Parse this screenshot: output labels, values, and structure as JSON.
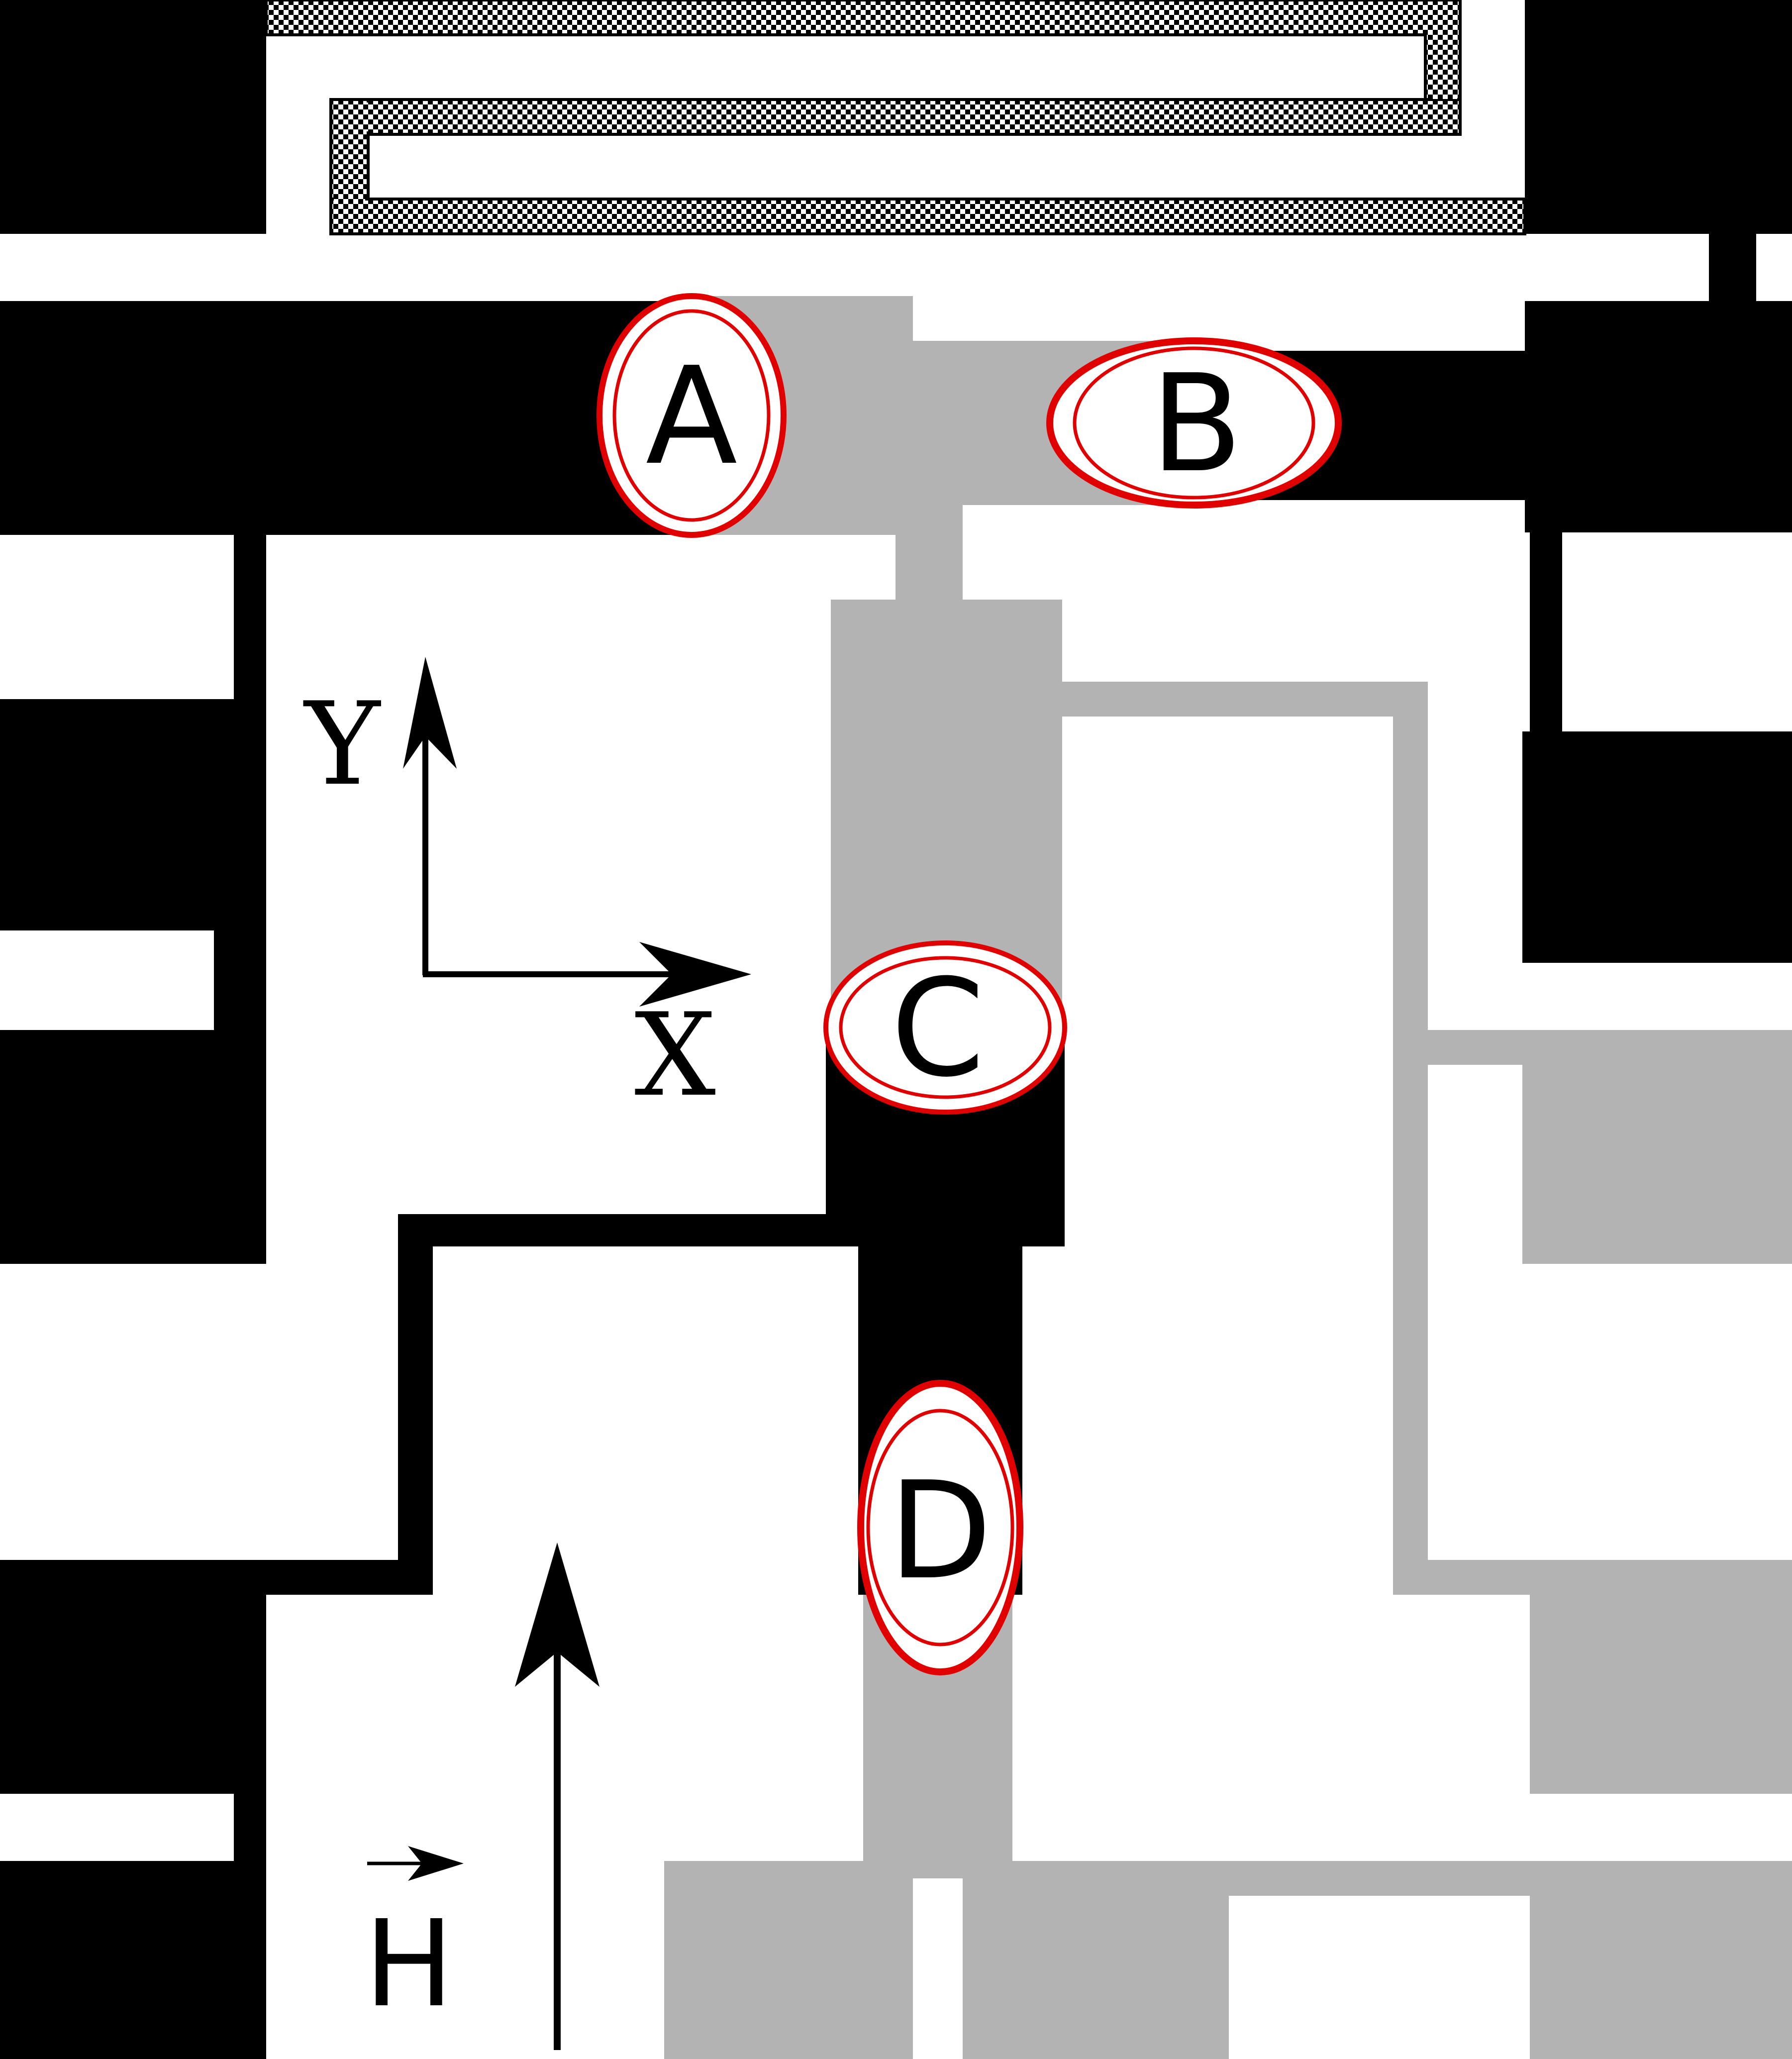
{
  "diagram": {
    "colors": {
      "black": "#000000",
      "gray": "#b3b3b3",
      "white": "#ffffff",
      "marker_ring": "#e00000"
    },
    "markers": [
      {
        "id": "A",
        "label": "A"
      },
      {
        "id": "B",
        "label": "B"
      },
      {
        "id": "C",
        "label": "C"
      },
      {
        "id": "D",
        "label": "D"
      }
    ],
    "axes": {
      "x_label": "X",
      "y_label": "Y"
    },
    "field": {
      "label": "H"
    }
  }
}
